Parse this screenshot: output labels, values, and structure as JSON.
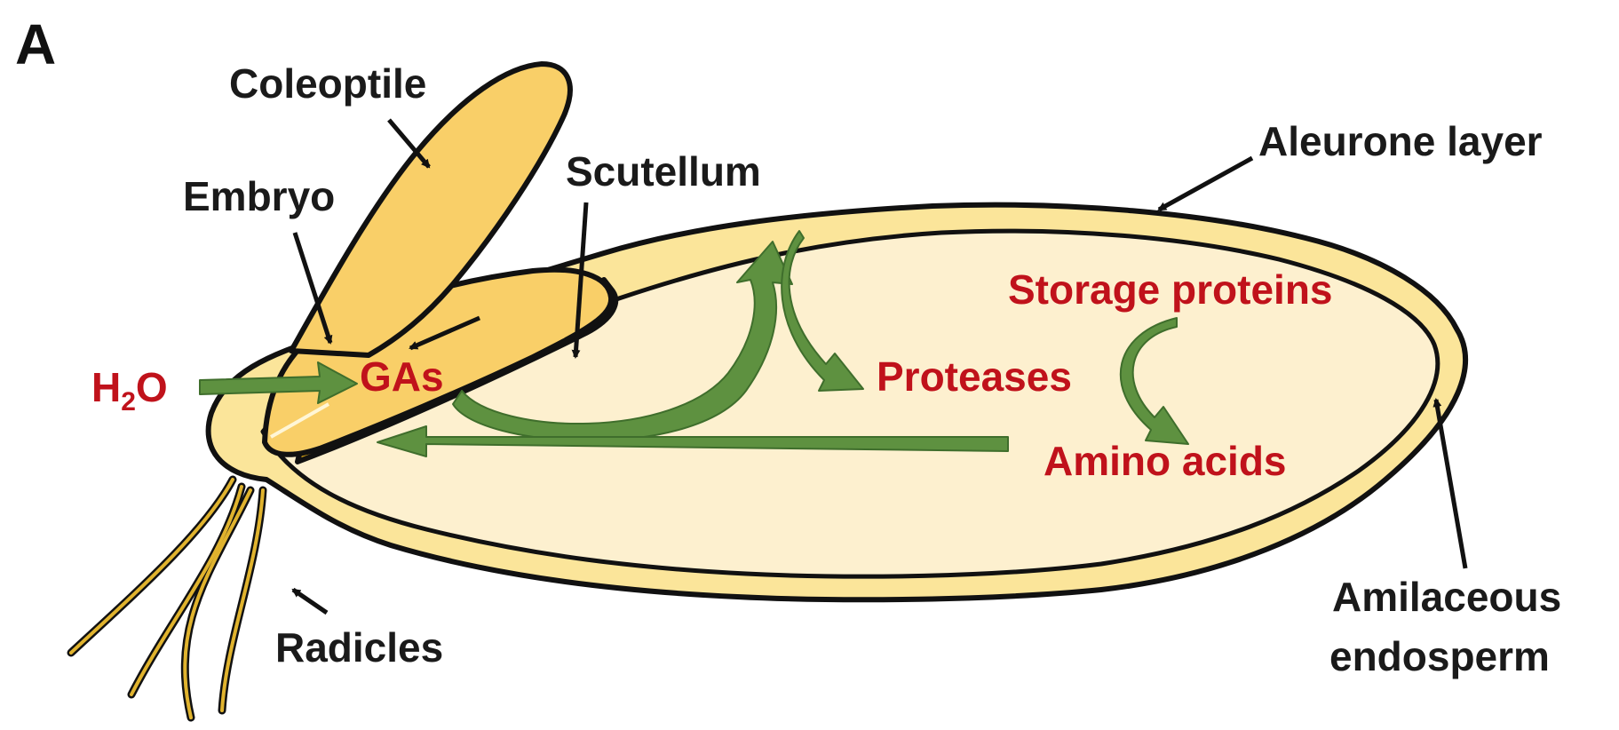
{
  "panel_label": "A",
  "labels": {
    "coleoptile": "Coleoptile",
    "embryo": "Embryo",
    "scutellum": "Scutellum",
    "aleurone_layer": "Aleurone layer",
    "radicles": "Radicles",
    "amilaceous_line1": "Amilaceous",
    "amilaceous_line2": "endosperm"
  },
  "process": {
    "water_base": "H",
    "water_sub": "2",
    "water_end": "O",
    "gas": "GAs",
    "proteases": "Proteases",
    "storage_proteins": "Storage proteins",
    "amino_acids": "Amino acids"
  },
  "colors": {
    "seed_outline": "#111111",
    "aleurone": "#fbe59a",
    "endosperm": "#fdf0cf",
    "embryo": "#f9cf68",
    "scutellum": "#d9a515",
    "arrow_green": "#5e9140",
    "process_red": "#c0121b"
  }
}
